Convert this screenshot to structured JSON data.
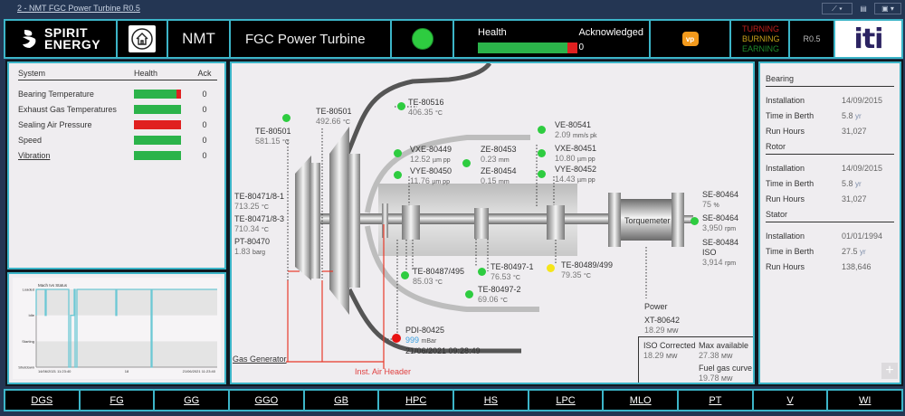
{
  "window": {
    "title": "2 - NMT FGC Power Turbine R0.5",
    "tools": [
      "trend-icon",
      "dropdown-icon",
      "notebook-icon",
      "save-icon",
      "dropdown-icon"
    ]
  },
  "header": {
    "brand_line1": "SPIRIT",
    "brand_line2": "ENERGY",
    "site": "NMT",
    "title": "FGC Power Turbine",
    "status_color": "#2ecc40",
    "health_label": "Health",
    "health_fraction": 0.9,
    "ack_label": "Acknowledged",
    "ack_value": "0",
    "vp_badge": "vp",
    "motto": [
      {
        "text": "TURNING",
        "color": "#c0201c"
      },
      {
        "text": "BURNING",
        "color": "#c8a21b"
      },
      {
        "text": "EARNING",
        "color": "#1f8a2b"
      }
    ],
    "revision": "R0.5",
    "partner_logo": "iti"
  },
  "systems": {
    "headers": {
      "system": "System",
      "health": "Health",
      "ack": "Ack"
    },
    "rows": [
      {
        "name": "Bearing Temperature",
        "health": 0.9,
        "ack": "0",
        "link": false
      },
      {
        "name": "Exhaust Gas Temperatures",
        "health": 1.0,
        "ack": "0",
        "link": false
      },
      {
        "name": "Sealing Air Pressure",
        "health": 0.0,
        "ack": "0",
        "link": false
      },
      {
        "name": "Speed",
        "health": 1.0,
        "ack": "0",
        "link": false
      },
      {
        "name": "Vibration",
        "health": 1.0,
        "ack": "0",
        "link": true
      }
    ]
  },
  "status_chart": {
    "chart_data": {
      "type": "line",
      "title": "Mach Ivs Status",
      "y_categories": [
        "Shutdown",
        "Starting",
        "Idle",
        "Loaded"
      ],
      "x_tick_labels": [
        "14/06/2021 11:23:40",
        "18",
        "21/06/2021 11:23:40"
      ],
      "series": [
        {
          "name": "status",
          "points": [
            [
              0.0,
              2
            ],
            [
              0.0,
              3
            ],
            [
              0.05,
              3
            ],
            [
              0.05,
              2
            ],
            [
              0.055,
              2
            ],
            [
              0.055,
              3
            ],
            [
              0.18,
              3
            ],
            [
              0.18,
              0
            ],
            [
              0.19,
              0
            ],
            [
              0.19,
              2
            ],
            [
              0.21,
              2
            ],
            [
              0.21,
              3
            ],
            [
              0.215,
              3
            ],
            [
              0.215,
              0
            ],
            [
              0.225,
              0
            ],
            [
              0.225,
              3
            ],
            [
              0.44,
              3
            ],
            [
              0.44,
              2
            ],
            [
              0.445,
              2
            ],
            [
              0.445,
              3
            ],
            [
              0.635,
              3
            ],
            [
              0.635,
              0
            ],
            [
              0.64,
              0
            ],
            [
              0.64,
              3
            ],
            [
              1.0,
              3
            ]
          ]
        }
      ]
    }
  },
  "diagram": {
    "sensors": [
      {
        "tag": "TE-80501",
        "value": "581.15",
        "unit": "°C",
        "status": "green"
      },
      {
        "tag": "TE-80501",
        "value": "492.66",
        "unit": "°C",
        "status": "none"
      },
      {
        "tag": "TE-80516",
        "value": "406.35",
        "unit": "°C",
        "status": "green"
      },
      {
        "tag": "VXE-80449",
        "value": "12.52",
        "unit": "µm pp",
        "status": "green"
      },
      {
        "tag": "VYE-80450",
        "value": "11.76",
        "unit": "µm pp",
        "status": "green"
      },
      {
        "tag": "ZE-80453",
        "value": "0.23",
        "unit": "mm",
        "status": "green"
      },
      {
        "tag": "ZE-80454",
        "value": "0.15",
        "unit": "mm",
        "status": "none"
      },
      {
        "tag": "VE-80541",
        "value": "2.09",
        "unit": "mm/s pk",
        "status": "green"
      },
      {
        "tag": "VXE-80451",
        "value": "10.80",
        "unit": "µm pp",
        "status": "green"
      },
      {
        "tag": "VYE-80452",
        "value": "14.43",
        "unit": "µm pp",
        "status": "green"
      },
      {
        "tag": "TE-80471/8-1",
        "value": "713.25",
        "unit": "°C",
        "status": "none"
      },
      {
        "tag": "TE-80471/8-3",
        "value": "710.34",
        "unit": "°C",
        "status": "none"
      },
      {
        "tag": "PT-80470",
        "value": "1.83",
        "unit": "barg",
        "status": "none"
      },
      {
        "tag": "TE-80487/495",
        "value": "85.03",
        "unit": "°C",
        "status": "green"
      },
      {
        "tag": "TE-80497-1",
        "value": "76.53",
        "unit": "°C",
        "status": "green"
      },
      {
        "tag": "TE-80497-2",
        "value": "69.06",
        "unit": "°C",
        "status": "green"
      },
      {
        "tag": "TE-80489/499",
        "value": "79.35",
        "unit": "°C",
        "status": "yellow"
      },
      {
        "tag": "SE-80464",
        "value": "75",
        "unit": "%",
        "status": "none"
      },
      {
        "tag": "SE-80464",
        "value": "3,950",
        "unit": "rpm",
        "status": "green"
      },
      {
        "tag": "SE-80484 ISO",
        "value": "3,914",
        "unit": "rpm",
        "status": "none"
      }
    ],
    "pdi": {
      "tag": "PDI-80425",
      "value": "999",
      "unit": "mBar",
      "timestamp": "21/06/2021 09:28:49",
      "status": "red"
    },
    "torquemeter_label": "Torquemeter",
    "gas_generator_link": "Gas Generator",
    "inst_air_header": "Inst. Air Header",
    "power": {
      "label": "Power",
      "tag": "XT-80642",
      "value": "18.29",
      "unit": "MW",
      "iso_label": "ISO Corrected",
      "iso_value": "18.29",
      "max_label": "Max available",
      "max_value": "27.38",
      "fuel_label": "Fuel gas curve",
      "fuel_value": "19.78"
    }
  },
  "components": {
    "sections": [
      {
        "title": "Bearing",
        "rows": [
          {
            "label": "Installation",
            "value": "14/09/2015",
            "unit": ""
          },
          {
            "label": "Time in Berth",
            "value": "5.8",
            "unit": "yr"
          },
          {
            "label": "Run Hours",
            "value": "31,027",
            "unit": ""
          }
        ]
      },
      {
        "title": "Rotor",
        "rows": [
          {
            "label": "Installation",
            "value": "14/09/2015",
            "unit": ""
          },
          {
            "label": "Time in Berth",
            "value": "5.8",
            "unit": "yr"
          },
          {
            "label": "Run Hours",
            "value": "31,027",
            "unit": ""
          }
        ]
      },
      {
        "title": "Stator",
        "rows": [
          {
            "label": "Installation",
            "value": "01/01/1994",
            "unit": ""
          },
          {
            "label": "Time in Berth",
            "value": "27.5",
            "unit": "yr"
          },
          {
            "label": "Run Hours",
            "value": "138,646",
            "unit": ""
          }
        ]
      }
    ],
    "plus_label": "+"
  },
  "nav": [
    "DGS",
    "FG",
    "GG",
    "GGO",
    "GB",
    "HPC",
    "HS",
    "LPC",
    "MLO",
    "PT",
    "V",
    "WI"
  ]
}
